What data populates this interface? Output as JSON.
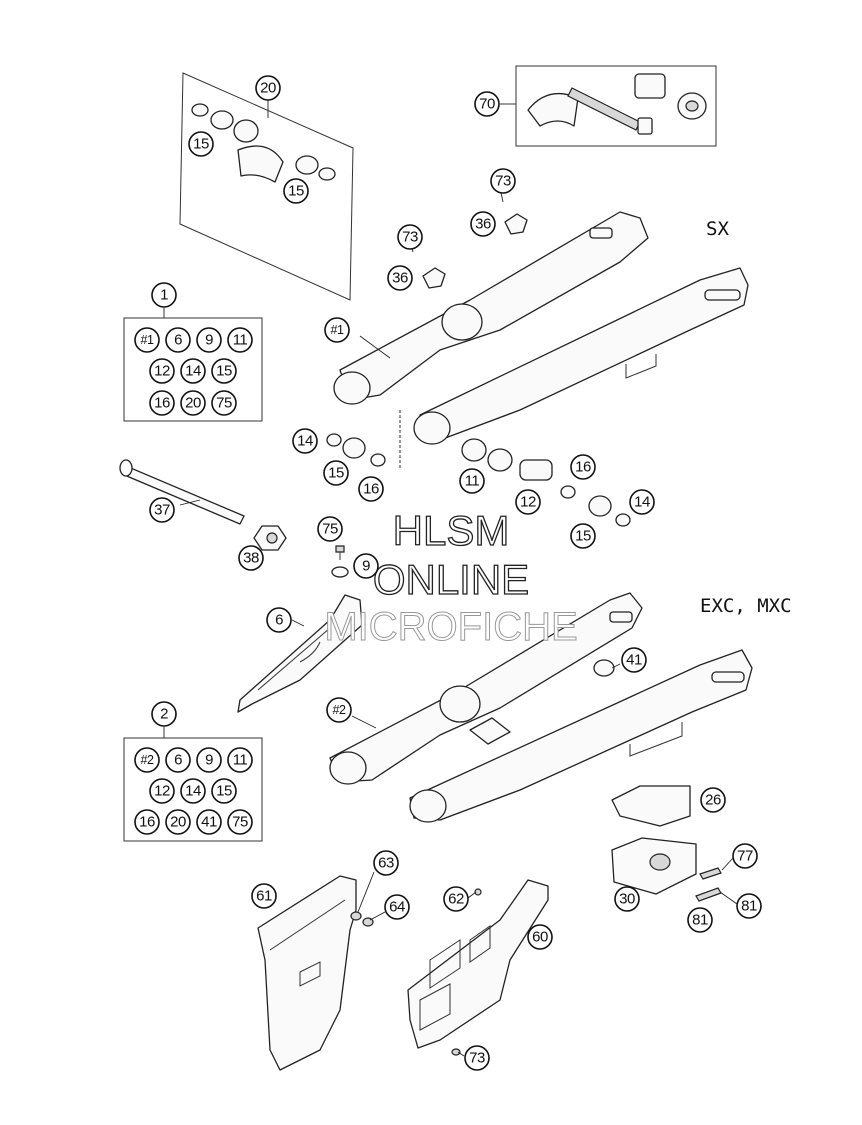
{
  "variants": {
    "top": "SX",
    "bottom": "EXC, MXC"
  },
  "watermark": {
    "line1": "HLSM",
    "line2": "ONLINE",
    "line3": "MICROFICHE"
  },
  "kits": {
    "kit1": {
      "number": "1",
      "contents": [
        "#1",
        "6",
        "9",
        "11",
        "12",
        "14",
        "15",
        "16",
        "20",
        "75"
      ]
    },
    "kit2": {
      "number": "2",
      "contents": [
        "#2",
        "6",
        "9",
        "11",
        "12",
        "14",
        "15",
        "16",
        "20",
        "41",
        "75"
      ]
    }
  },
  "callouts": {
    "c20": "20",
    "c15a": "15",
    "c15b": "15",
    "c70": "70",
    "c73a": "73",
    "c36a": "36",
    "c73b": "73",
    "c36b": "36",
    "c1arm": "#1",
    "c14a": "14",
    "c15c": "15",
    "c16a": "16",
    "c11": "11",
    "c12": "12",
    "c16b": "16",
    "c14b": "14",
    "c15d": "15",
    "c37": "37",
    "c38": "38",
    "c75": "75",
    "c9": "9",
    "c6": "6",
    "c41": "41",
    "c2arm": "#2",
    "c26": "26",
    "c30": "30",
    "c77": "77",
    "c81a": "81",
    "c81b": "81",
    "c61": "61",
    "c63": "63",
    "c64": "64",
    "c62": "62",
    "c60": "60",
    "c73c": "73"
  }
}
